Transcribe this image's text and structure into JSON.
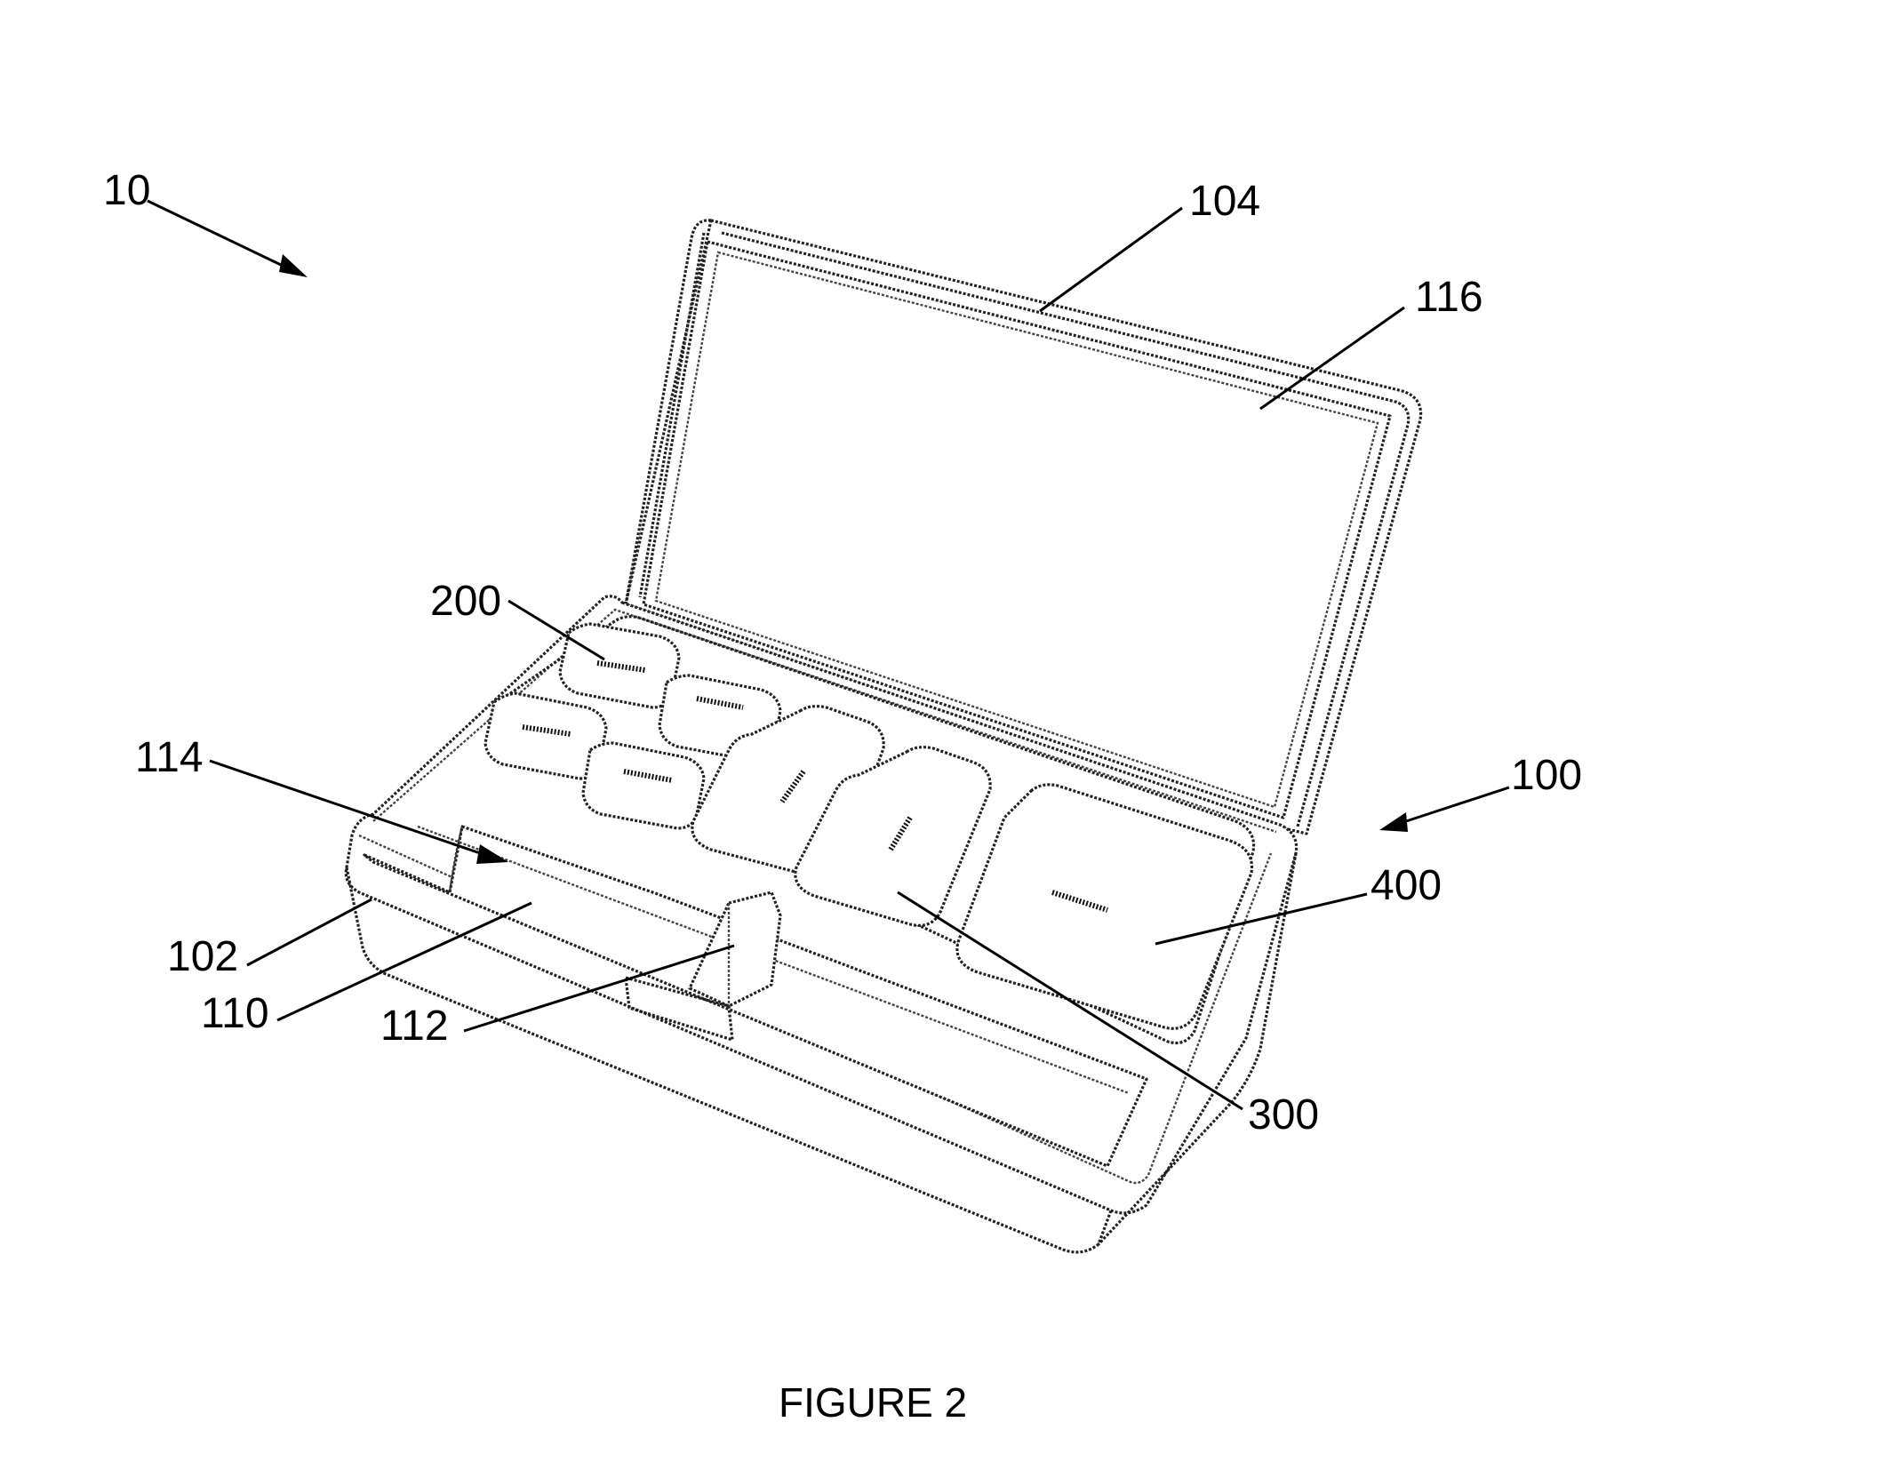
{
  "figure": {
    "caption": "FIGURE 2",
    "reference_labels": {
      "system": "10",
      "case": "100",
      "base": "102",
      "lid": "104",
      "compartment": "110",
      "divider": "112",
      "tray_opening": "114",
      "lid_panel": "116",
      "small_container": "200",
      "medium_container": "300",
      "large_container": "400"
    }
  }
}
